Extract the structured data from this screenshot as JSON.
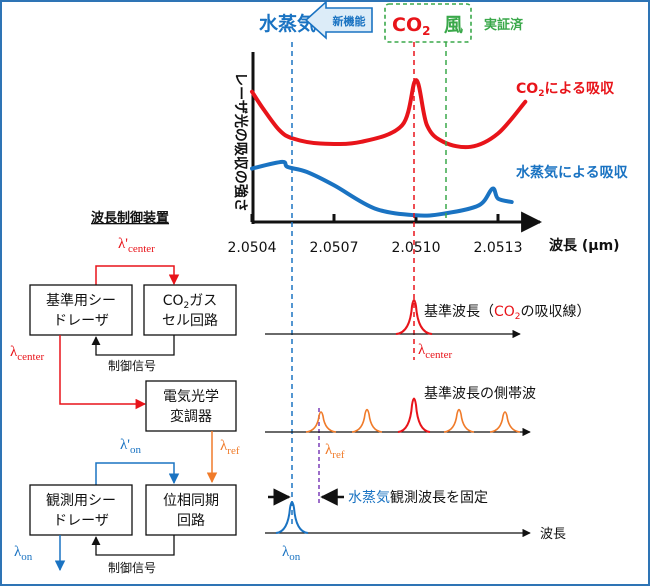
{
  "colors": {
    "co2": "#e8141a",
    "water": "#1a73c2",
    "wind": "#3aa84a",
    "sideband": "#f07b2a",
    "purple": "#7b3fb8",
    "frame": "#2e74b5",
    "black": "#111111"
  },
  "header": {
    "water_vapor": "水蒸気",
    "new_function": "新機能",
    "co2_base": "CO",
    "co2_sub": "2",
    "wind": "風",
    "verified": "実証済"
  },
  "chart": {
    "ylabel": "レーザ光の吸収の強さ",
    "xlabel": "波長 (μm)",
    "ticks": [
      "2.0504",
      "2.0507",
      "2.0510",
      "2.0513"
    ],
    "co2_label_base": "CO",
    "co2_label_sub": "2",
    "co2_label_rest": "による吸収",
    "water_label": "水蒸気による吸収"
  },
  "chart_data": {
    "type": "line",
    "xlabel": "波長 (μm)",
    "ylabel": "レーザ光の吸収の強さ",
    "xticks": [
      2.0504,
      2.0507,
      2.051,
      2.0513
    ],
    "series": [
      {
        "name": "CO2による吸収",
        "points": [
          [
            2.0504,
            0.78
          ],
          [
            2.05044,
            0.68
          ],
          [
            2.0505,
            0.55
          ],
          [
            2.05055,
            0.5
          ],
          [
            2.05065,
            0.47
          ],
          [
            2.0508,
            0.48
          ],
          [
            2.05095,
            0.58
          ],
          [
            2.051,
            0.85
          ],
          [
            2.05104,
            0.58
          ],
          [
            2.0511,
            0.48
          ],
          [
            2.0512,
            0.45
          ],
          [
            2.0513,
            0.53
          ],
          [
            2.0514,
            0.72
          ]
        ]
      },
      {
        "name": "水蒸気による吸収",
        "points": [
          [
            2.0504,
            0.32
          ],
          [
            2.05051,
            0.36
          ],
          [
            2.05053,
            0.33
          ],
          [
            2.0506,
            0.3
          ],
          [
            2.0507,
            0.22
          ],
          [
            2.05085,
            0.08
          ],
          [
            2.051,
            0.04
          ],
          [
            2.0511,
            0.05
          ],
          [
            2.05123,
            0.1
          ],
          [
            2.05128,
            0.2
          ],
          [
            2.0513,
            0.14
          ],
          [
            2.05135,
            0.12
          ]
        ]
      }
    ]
  },
  "blocks": {
    "controller_label": "波長制御装置",
    "lambda_center_prime": "λ'",
    "center_sub": "center",
    "ref_seed_1": "基準用シー",
    "ref_seed_2": "ドレーザ",
    "gas_cell_1_base": "CO",
    "gas_cell_1_sub": "2",
    "gas_cell_1_rest": "ガス",
    "gas_cell_2": "セル回路",
    "lambda_center": "λ",
    "control_signal_1": "制御信号",
    "eo_mod_1": "電気光学",
    "eo_mod_2": "変調器",
    "lambda_on_prime": "λ'",
    "on_sub": "on",
    "lambda_ref": "λ",
    "ref_sub": "ref",
    "obs_seed_1": "観測用シー",
    "obs_seed_2": "ドレーザ",
    "pll_1": "位相同期",
    "pll_2": "回路",
    "lambda_on": "λ",
    "control_signal_2": "制御信号"
  },
  "spectra": {
    "ref_wavelength_a": "基準波長（",
    "ref_wavelength_co2": "CO",
    "ref_wavelength_co2_sub": "2",
    "ref_wavelength_b": "の吸収線）",
    "sideband": "基準波長の側帯波",
    "fix_water": "水蒸気",
    "fix_rest": "観測波長を固定",
    "wavelength": "波長"
  }
}
